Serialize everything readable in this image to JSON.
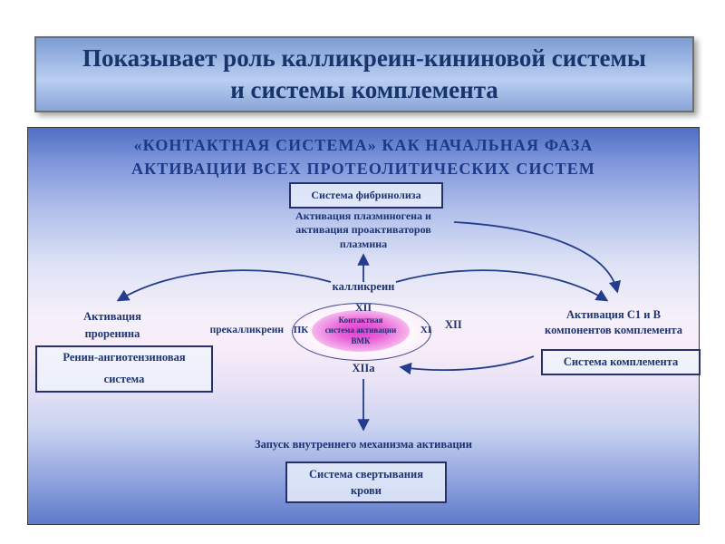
{
  "title": {
    "text": "Показывает роль калликреин-кининовой системы и системы комплемента"
  },
  "diagram": {
    "heading": {
      "lines": [
        "«КОНТАКТНАЯ СИСТЕМА»  КАК НАЧАЛЬНАЯ ФАЗА",
        "АКТИВАЦИИ ВСЕХ ПРОТЕОЛИТИЧЕСКИХ СИСТЕМ"
      ]
    },
    "fibrinolysis_box": "Система фибринолиза",
    "plasminogen": {
      "lines": [
        "Активация плазминогена и",
        "активация проактиваторов",
        "плазмина"
      ]
    },
    "kallikrein_label": "калликреин",
    "xii_top": "XII",
    "pk": "ПК",
    "xi": "XI",
    "prekallikrein": "прекалликреин",
    "xii_right": "XII",
    "xiia": "XIIa",
    "ellipse": {
      "lines": [
        "Контактная",
        "система активации",
        "ВМК"
      ]
    },
    "prorenin": {
      "lines": [
        "Активация",
        "проренина"
      ]
    },
    "renin_box": {
      "lines": [
        "Ренин-ангиотензиновая",
        "система"
      ]
    },
    "c1b": {
      "lines": [
        "Активация С1 и В",
        "компонентов комплемента"
      ]
    },
    "complement_box": "Система комплемента",
    "launch_label": "Запуск  внутреннего механизма активации",
    "coagulation_box": {
      "lines": [
        "Система свертывания",
        "крови"
      ]
    }
  },
  "colors": {
    "text_navy": "#1c3472",
    "heading_blue": "#1b3a8a",
    "arrow_navy": "#233c8c",
    "magenta_core": "#e23ed2",
    "panel_top_blue": "#4f6fc4"
  }
}
